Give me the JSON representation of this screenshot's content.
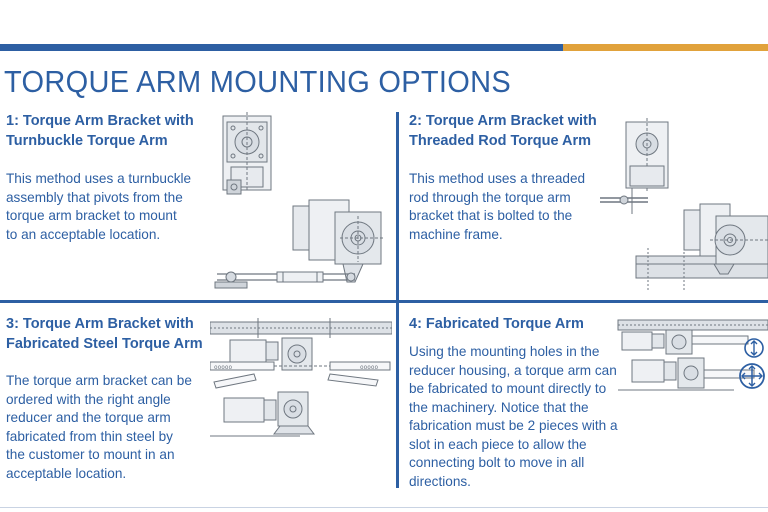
{
  "page": {
    "title": "TORQUE ARM MOUNTING OPTIONS"
  },
  "sections": [
    {
      "title_line1": "1: Torque Arm Bracket with",
      "title_line2": "Turnbuckle Torque Arm",
      "body": [
        "This method uses a turnbuckle",
        "assembly that pivots from the",
        "torque arm bracket to mount",
        "to an acceptable location."
      ]
    },
    {
      "title_line1": "2: Torque Arm Bracket with",
      "title_line2": "Threaded Rod Torque Arm",
      "body": [
        "This method uses a threaded",
        "rod through the torque arm",
        "bracket that is bolted to the",
        "machine frame."
      ]
    },
    {
      "title_line1": "3: Torque Arm Bracket with",
      "title_line2": "Fabricated Steel Torque Arm",
      "body": [
        "The torque arm bracket can be",
        "ordered with the right angle",
        "reducer and the torque arm",
        "fabricated from thin steel by",
        "the customer to mount in an",
        "acceptable location."
      ]
    },
    {
      "title_line1": "4: Fabricated Torque Arm",
      "body": [
        "Using the mounting holes in the",
        "reducer housing, a torque arm can",
        "be fabricated to mount directly to",
        "the machinery. Notice that the",
        "fabrication must be 2 pieces with a",
        "slot in each piece to allow the",
        "connecting bolt to move in all",
        "directions."
      ]
    }
  ],
  "colors": {
    "brand_blue": "#2d5fa3",
    "accent_gold": "#e1a23b"
  }
}
